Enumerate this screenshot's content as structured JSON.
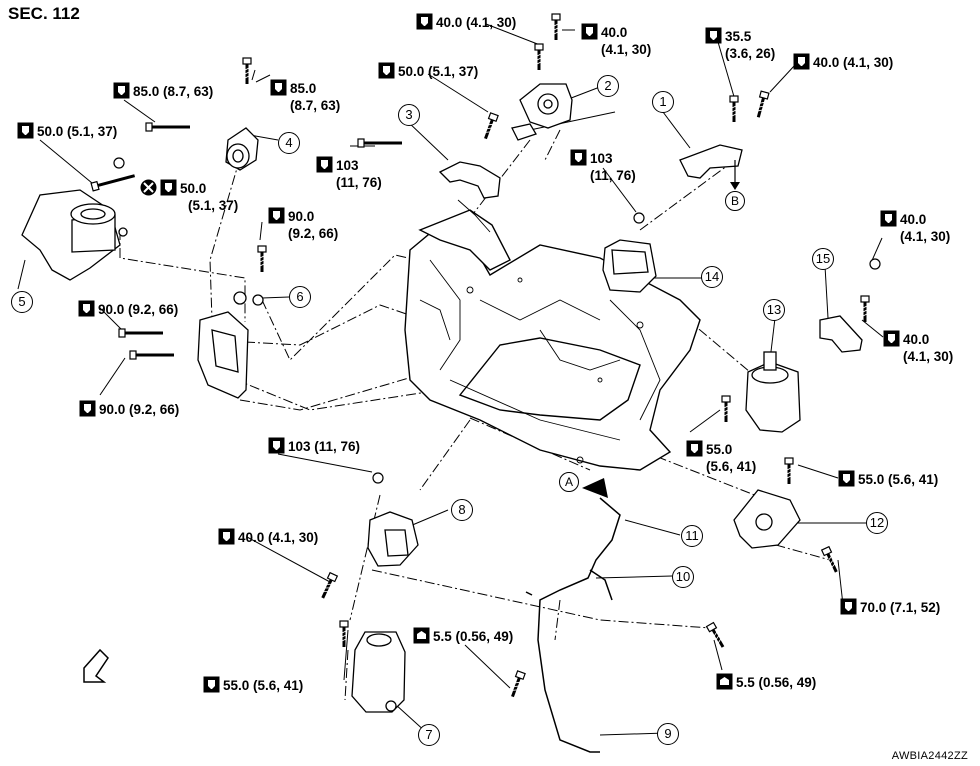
{
  "diagram": {
    "section": "SEC. 112",
    "code": "AWBIA2442ZZ",
    "callouts": [
      "1",
      "2",
      "3",
      "4",
      "5",
      "6",
      "7",
      "8",
      "9",
      "10",
      "11",
      "12",
      "13",
      "14",
      "15"
    ],
    "letters": [
      "A",
      "B"
    ],
    "torques": [
      {
        "id": "t1",
        "icon": "wrench-icon",
        "l1": "40.0 (4.1, 30)",
        "l2": ""
      },
      {
        "id": "t2",
        "icon": "wrench-icon",
        "l1": "40.0",
        "l2": "(4.1, 30)"
      },
      {
        "id": "t3",
        "icon": "wrench-icon",
        "l1": "35.5",
        "l2": "(3.6, 26)"
      },
      {
        "id": "t4",
        "icon": "wrench-icon",
        "l1": "40.0 (4.1, 30)",
        "l2": ""
      },
      {
        "id": "t5",
        "icon": "wrench-icon",
        "l1": "85.0 (8.7, 63)",
        "l2": ""
      },
      {
        "id": "t6",
        "icon": "wrench-icon",
        "l1": "85.0",
        "l2": "(8.7, 63)"
      },
      {
        "id": "t7",
        "icon": "wrench-icon",
        "l1": "50.0 (5.1, 37)",
        "l2": ""
      },
      {
        "id": "t8",
        "icon": "wrench-icon",
        "l1": "50.0 (5.1, 37)",
        "l2": ""
      },
      {
        "id": "t9",
        "icon": "replace-and-wrench-icon",
        "l1": "50.0",
        "l2": "(5.1, 37)"
      },
      {
        "id": "t10",
        "icon": "wrench-icon",
        "l1": "103",
        "l2": "(11, 76)"
      },
      {
        "id": "t11",
        "icon": "wrench-icon",
        "l1": "103",
        "l2": "(11, 76)"
      },
      {
        "id": "t12",
        "icon": "wrench-icon",
        "l1": "90.0",
        "l2": "(9.2, 66)"
      },
      {
        "id": "t13",
        "icon": "wrench-icon",
        "l1": "40.0",
        "l2": "(4.1, 30)"
      },
      {
        "id": "t14",
        "icon": "wrench-icon",
        "l1": "90.0 (9.2, 66)",
        "l2": ""
      },
      {
        "id": "t15",
        "icon": "wrench-icon",
        "l1": "40.0",
        "l2": "(4.1, 30)"
      },
      {
        "id": "t16",
        "icon": "wrench-icon",
        "l1": "90.0 (9.2, 66)",
        "l2": ""
      },
      {
        "id": "t17",
        "icon": "wrench-icon",
        "l1": "55.0",
        "l2": "(5.6, 41)"
      },
      {
        "id": "t18",
        "icon": "wrench-icon",
        "l1": "103 (11, 76)",
        "l2": ""
      },
      {
        "id": "t19",
        "icon": "wrench-icon",
        "l1": "55.0 (5.6, 41)",
        "l2": ""
      },
      {
        "id": "t20",
        "icon": "wrench-icon",
        "l1": "40.0 (4.1, 30)",
        "l2": ""
      },
      {
        "id": "t21",
        "icon": "wrench-icon",
        "l1": "70.0 (7.1, 52)",
        "l2": ""
      },
      {
        "id": "t22",
        "icon": "small-wrench-icon",
        "l1": "5.5 (0.56, 49)",
        "l2": ""
      },
      {
        "id": "t23",
        "icon": "small-wrench-icon",
        "l1": "5.5 (0.56, 49)",
        "l2": ""
      },
      {
        "id": "t24",
        "icon": "wrench-icon",
        "l1": "55.0 (5.6, 41)",
        "l2": ""
      }
    ]
  }
}
